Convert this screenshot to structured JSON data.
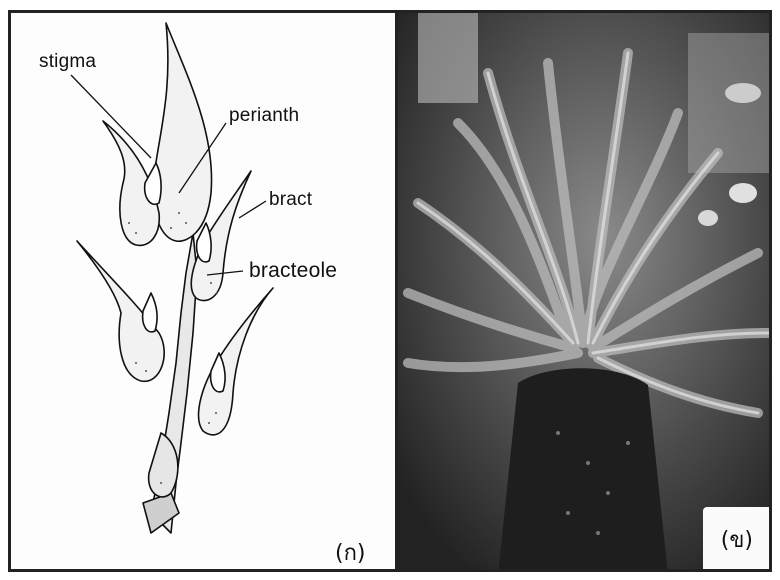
{
  "figure": {
    "panel_a": {
      "labels": {
        "stigma": "stigma",
        "perianth": "perianth",
        "bract": "bract",
        "bracteole": "bracteole"
      },
      "panel_letter": "(ก)"
    },
    "panel_b": {
      "panel_letter": "(ข)"
    }
  }
}
